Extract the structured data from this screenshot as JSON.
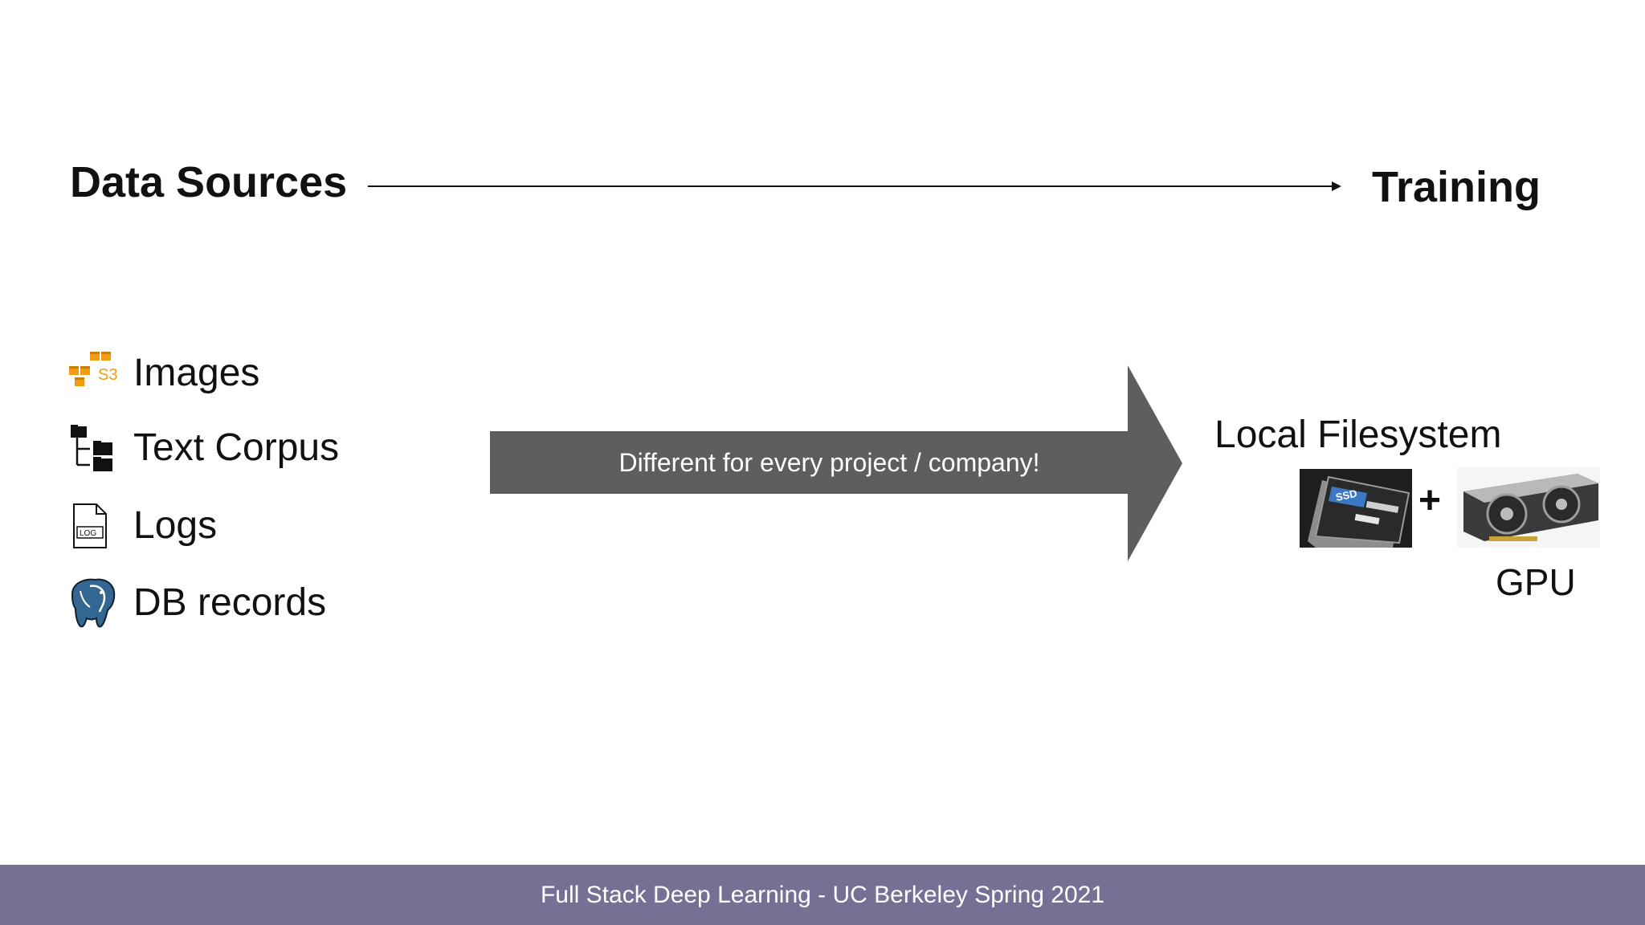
{
  "header": {
    "left_title": "Data Sources",
    "right_title": "Training"
  },
  "sources": [
    {
      "label": "Images",
      "icon": "aws-s3-icon"
    },
    {
      "label": "Text Corpus",
      "icon": "folder-tree-icon"
    },
    {
      "label": "Logs",
      "icon": "log-file-icon"
    },
    {
      "label": "DB records",
      "icon": "postgresql-elephant-icon"
    }
  ],
  "arrow": {
    "label": "Different for every project / company!",
    "color": "#5e5e5e"
  },
  "destination": {
    "label": "Local Filesystem",
    "ssd_text": "SSD",
    "plus": "+",
    "gpu_label": "GPU"
  },
  "footer": {
    "text": "Full Stack Deep Learning - UC Berkeley Spring 2021",
    "color": "#786f95"
  }
}
